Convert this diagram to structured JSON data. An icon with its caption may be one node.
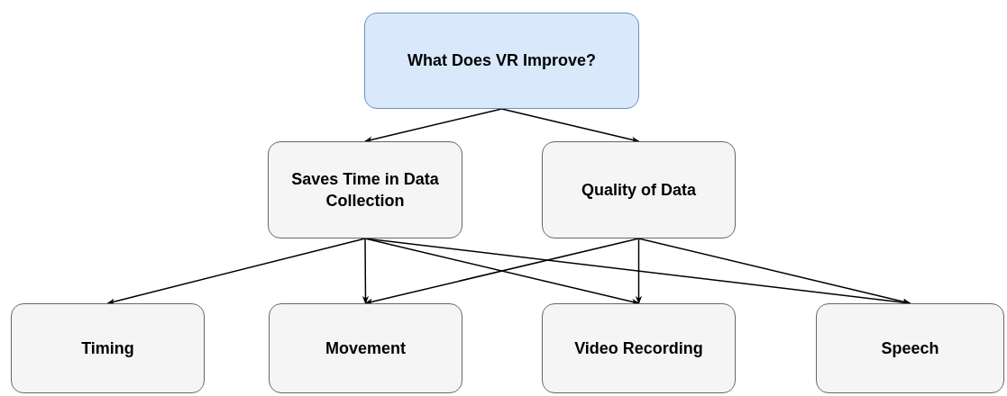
{
  "diagram": {
    "nodes": [
      {
        "text": [
          "What Does VR Improve?"
        ]
      },
      {
        "text": [
          "Saves Time in Data Collection"
        ]
      },
      {
        "text": [
          "Quality of Data"
        ]
      },
      {
        "text": [
          "Timing"
        ]
      },
      {
        "text": [
          "Movement"
        ]
      },
      {
        "text": [
          "Video Recording"
        ]
      },
      {
        "text": [
          "Speech"
        ]
      }
    ],
    "edges": [
      {
        "from": 0,
        "to": 1,
        "arrow": "to"
      },
      {
        "from": 0,
        "to": 2,
        "arrow": "to"
      },
      {
        "from": 1,
        "to": 3,
        "arrow": "to"
      },
      {
        "from": 1,
        "to": 4,
        "arrow": "to"
      },
      {
        "from": 1,
        "to": 5,
        "arrow": "to"
      },
      {
        "from": 1,
        "to": 6,
        "arrow": "to"
      },
      {
        "from": 2,
        "to": 4,
        "arrow": "to"
      },
      {
        "from": 2,
        "to": 5,
        "arrow": "to"
      },
      {
        "from": 2,
        "to": 6,
        "arrow": "to"
      }
    ]
  }
}
